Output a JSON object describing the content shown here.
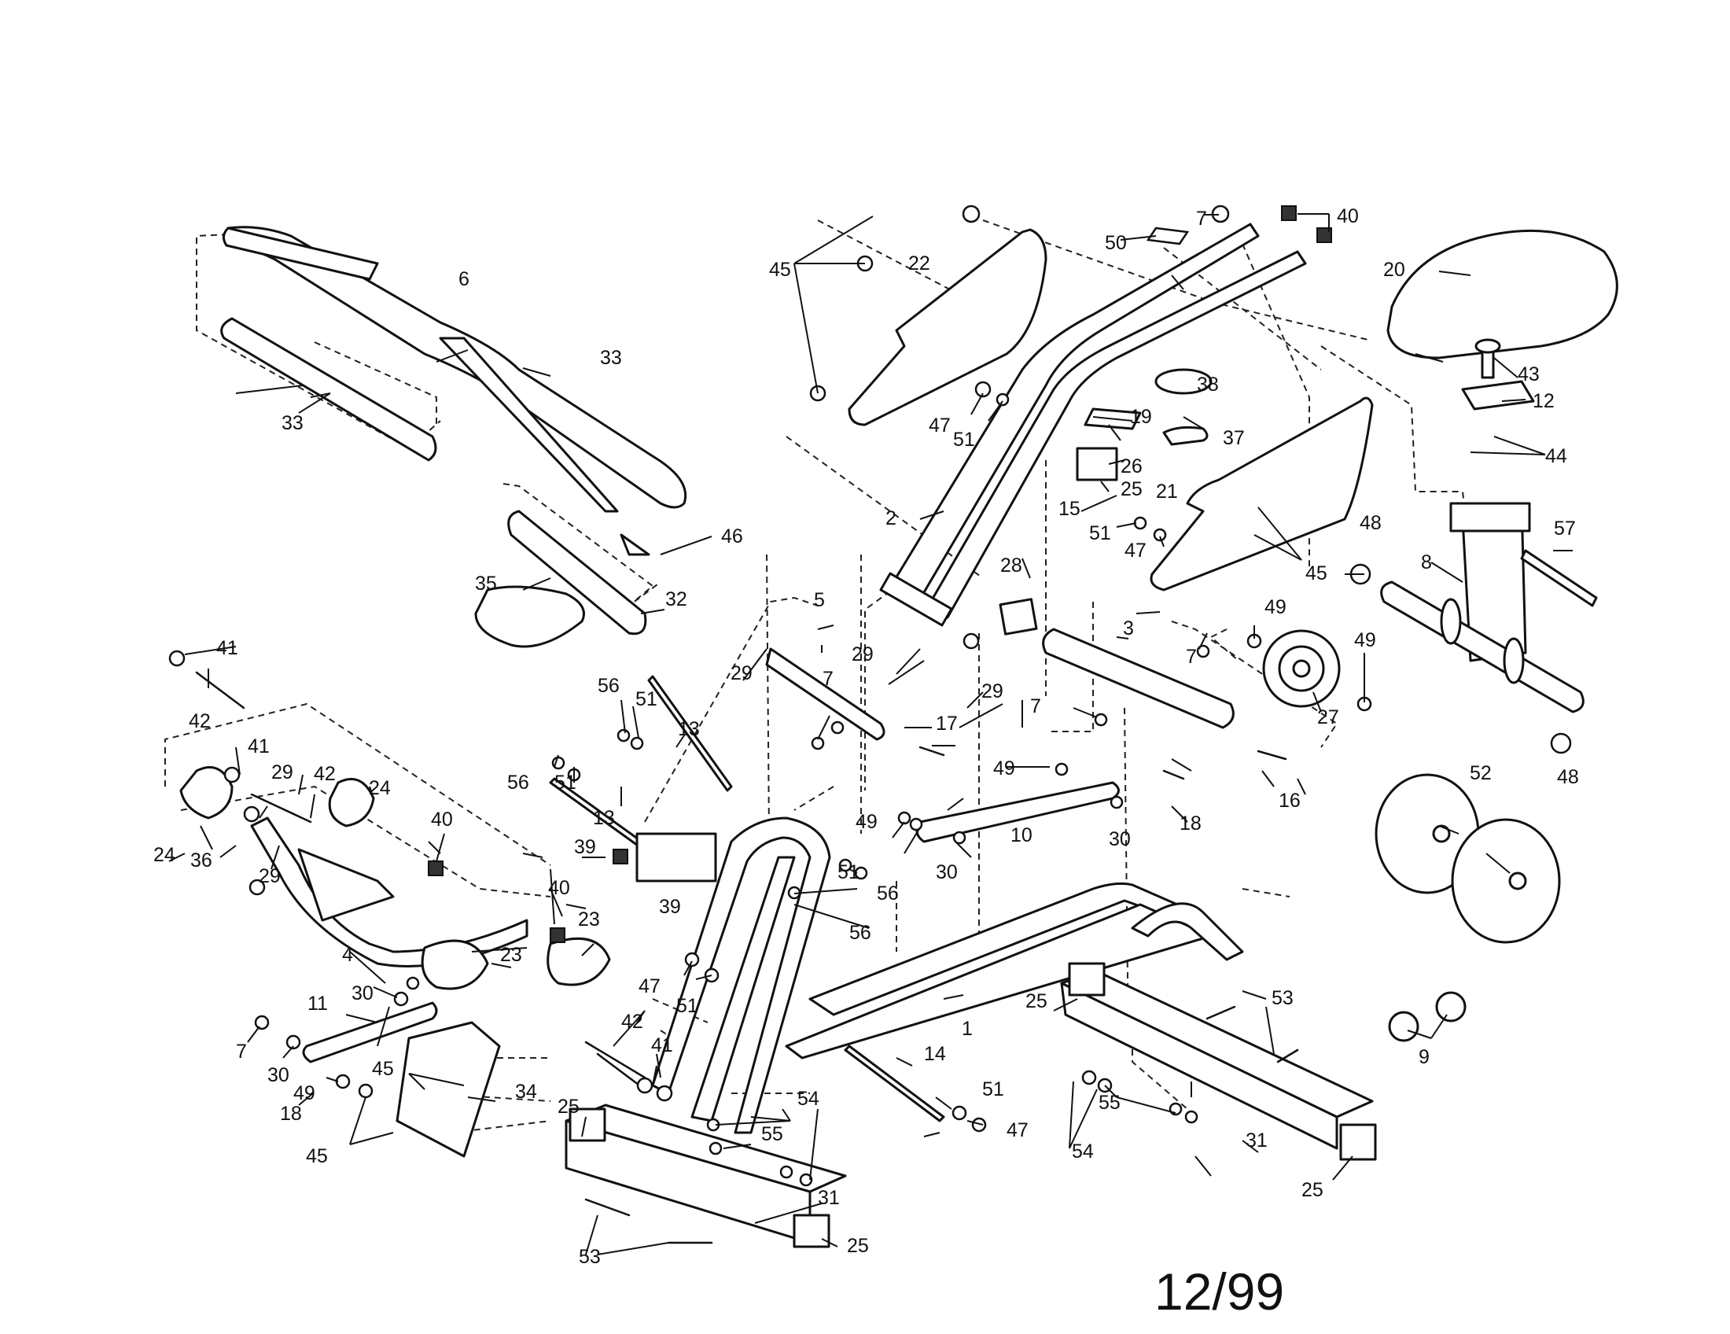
{
  "date_label": "12/99",
  "callouts": [
    "1",
    "2",
    "3",
    "4",
    "5",
    "6",
    "7",
    "8",
    "9",
    "10",
    "11",
    "12",
    "13",
    "14",
    "15",
    "16",
    "17",
    "18",
    "19",
    "20",
    "21",
    "22",
    "23",
    "24",
    "25",
    "26",
    "27",
    "28",
    "29",
    "30",
    "31",
    "32",
    "33",
    "34",
    "35",
    "36",
    "37",
    "38",
    "39",
    "40",
    "41",
    "42",
    "43",
    "44",
    "45",
    "46",
    "47",
    "48",
    "49",
    "50",
    "51",
    "52",
    "53",
    "54",
    "55",
    "56",
    "57"
  ]
}
